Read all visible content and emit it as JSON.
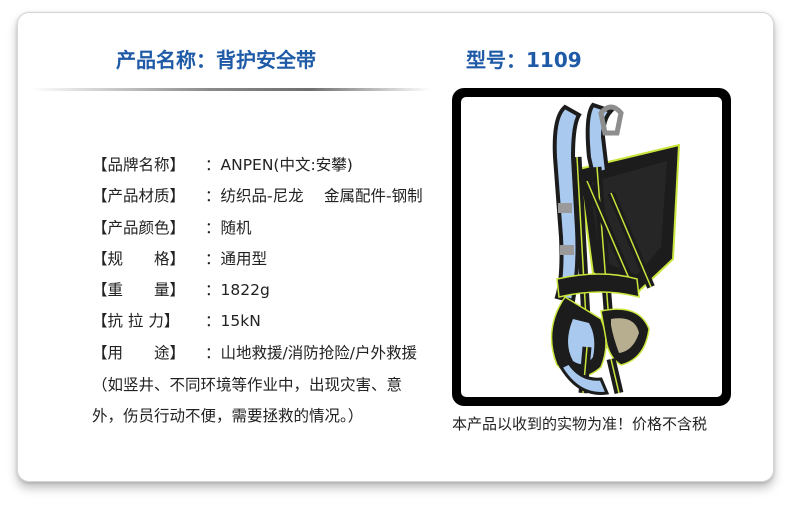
{
  "header": {
    "product_name": "产品名称：背护安全带",
    "model": "型号：1109"
  },
  "specs": [
    {
      "label": "【品牌名称】",
      "value": "：ANPEN(中文:安攀)"
    },
    {
      "label": "【产品材质】",
      "value": "：纺织品-尼龙　 金属配件-钢制"
    },
    {
      "label": "【产品颜色】",
      "value": "：随机"
    },
    {
      "label": "【规　　格】",
      "value": "：通用型"
    },
    {
      "label": "【重　　量】",
      "value": "：1822g"
    },
    {
      "label": "【抗 拉 力】",
      "value": "：15kN"
    },
    {
      "label": "【用　　途】",
      "value": "：山地救援/消防抢险/户外救援"
    }
  ],
  "note": {
    "line1": "（如竖井、不同环境等作业中，出现灾害、意",
    "line2": "外，伤员行动不便，需要拯救的情况。）"
  },
  "caption": "本产品以收到的实物为准！价格不含税",
  "colors": {
    "title_blue": "#1f5aa6",
    "strap_black": "#1c1c1c",
    "padding_blue": "#a9c9ee",
    "stitch_lime": "#c8e63c"
  }
}
